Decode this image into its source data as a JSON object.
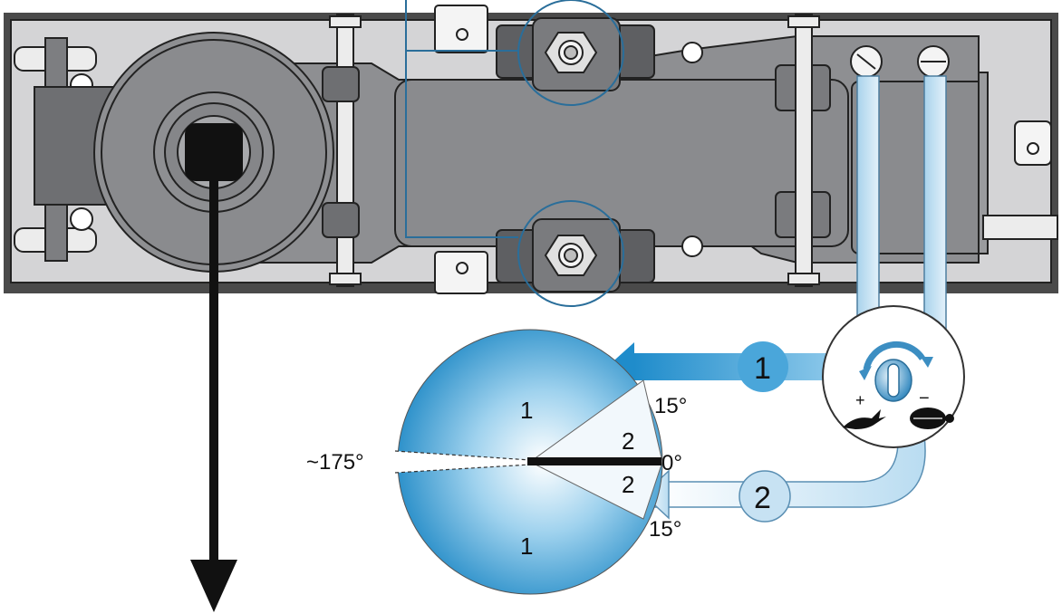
{
  "colors": {
    "housing_dark": "#4a4a4a",
    "housing_plate": "#d4d4d6",
    "mechanism": "#8e8f92",
    "mechanism_dark": "#5e5f62",
    "valve_blue": "#2a8fc8",
    "valve_light": "#cfe6f4",
    "arrow": "#111111"
  },
  "labels": {
    "channel_1": "1",
    "channel_2": "2",
    "zone_1_upper": "1",
    "zone_1_lower": "1",
    "zone_2_upper": "2",
    "zone_2_lower": "2",
    "angle_15_upper": "15°",
    "angle_0": "0°",
    "angle_15_lower": "15°",
    "angle_175": "~175°",
    "plus": "+",
    "minus": "−"
  },
  "icons": [
    "hare-icon",
    "tortoise-icon",
    "adjust-screw-icon"
  ]
}
